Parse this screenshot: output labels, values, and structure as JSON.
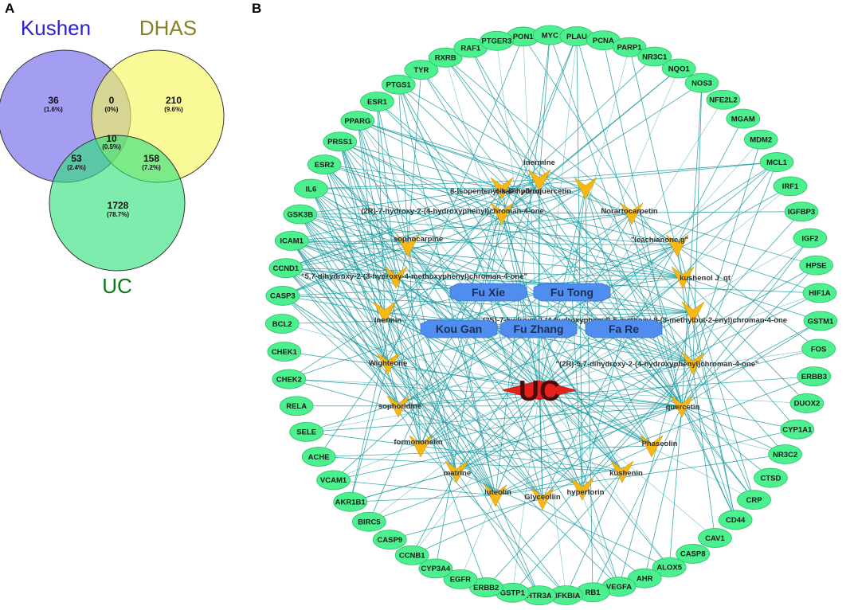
{
  "panels": {
    "a": "A",
    "b": "B"
  },
  "venn": {
    "sets": [
      {
        "name": "Kushen",
        "color": "#2b22d6",
        "fill": "#6b63e9"
      },
      {
        "name": "DHAS",
        "color": "#8a8025",
        "fill": "#f7f75a"
      },
      {
        "name": "UC",
        "color": "#0b7a16",
        "fill": "#2fe07a"
      }
    ],
    "regions": [
      {
        "id": "kushen-only",
        "count": "36",
        "pct": "(1.6%)"
      },
      {
        "id": "kushen-dhas",
        "count": "0",
        "pct": "(0%)"
      },
      {
        "id": "dhas-only",
        "count": "210",
        "pct": "(9.6%)"
      },
      {
        "id": "all-three",
        "count": "10",
        "pct": "(0.5%)"
      },
      {
        "id": "kushen-uc",
        "count": "53",
        "pct": "(2.4%)"
      },
      {
        "id": "dhas-uc",
        "count": "158",
        "pct": "(7.2%)"
      },
      {
        "id": "uc-only",
        "count": "1728",
        "pct": "(78.7%)"
      }
    ]
  },
  "network": {
    "colors": {
      "gene": "#4cf08e",
      "compound": "#f6b817",
      "herb": "#4f8ef0",
      "disease": "#e8201c",
      "edge": "#1a9ba0"
    },
    "disease": "UC",
    "herbs": [
      "Fu Xie",
      "Fu Tong",
      "Kou Gan",
      "Fu Zhang",
      "Fa Re"
    ],
    "compounds": [
      "Inermine",
      "8-Isopentenyl-kaempferol",
      "cis-Dihydroquercetin",
      "(2R)-7-hydroxy-2-(4-hydroxyphenyl)chroman-4-one",
      "Norartocarpetin",
      "sophocarpine",
      "\"leachianone,g\"",
      "\"5,7-dihydroxy-2-(3-hydroxy-4-methoxyphenyl)chroman-4-one\"",
      "kushenol J_qt",
      "Inermin",
      "(2S)-7-hydroxy-2-(4-hydroxyphenyl)-5-methoxy-8-(3-methylbut-2-enyl)chroman-4-one",
      "\"(2R)-5,7-dihydroxy-2-(4-hydroxyphenyl)chroman-4-one\"",
      "Wighteone",
      "sophoridine",
      "quercetin",
      "formononetin",
      "Phaseolin",
      "matrine",
      "kushenin",
      "luteolin",
      "hyperforin",
      "Glyceollin"
    ],
    "genes": [
      "PON1",
      "MYC",
      "PLAU",
      "PCNA",
      "PARP1",
      "NR3C1",
      "NQO1",
      "NOS3",
      "NFE2L2",
      "MGAM",
      "MDM2",
      "MCL1",
      "IRF1",
      "IGFBP3",
      "IGF2",
      "HPSE",
      "HIF1A",
      "GSTM1",
      "FOS",
      "ERBB3",
      "DUOX2",
      "CYP1A1",
      "NR3C2",
      "CTSD",
      "CRP",
      "CD44",
      "CAV1",
      "CASP8",
      "ALOX5",
      "AHR",
      "VEGFA",
      "RB1",
      "NFKBIA",
      "HTR3A",
      "GSTP1",
      "ERBB2",
      "EGFR",
      "CYP3A4",
      "CCNB1",
      "CASP9",
      "BIRC5",
      "AKR1B1",
      "VCAM1",
      "ACHE",
      "SELE",
      "RELA",
      "CHEK2",
      "CHEK1",
      "BCL2",
      "CASP3",
      "CCND1",
      "ICAM1",
      "GSK3B",
      "IL6",
      "ESR2",
      "PRSS1",
      "PPARG",
      "ESR1",
      "PTGS1",
      "TYR",
      "RXRB",
      "RAF1",
      "PTGER3"
    ]
  }
}
